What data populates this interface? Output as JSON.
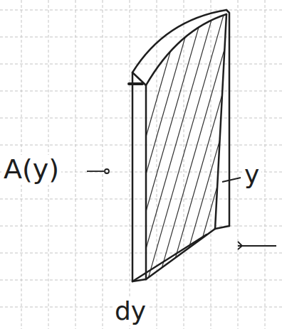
{
  "diagram": {
    "labels": [
      "A(y)",
      "y",
      "dy"
    ]
  }
}
